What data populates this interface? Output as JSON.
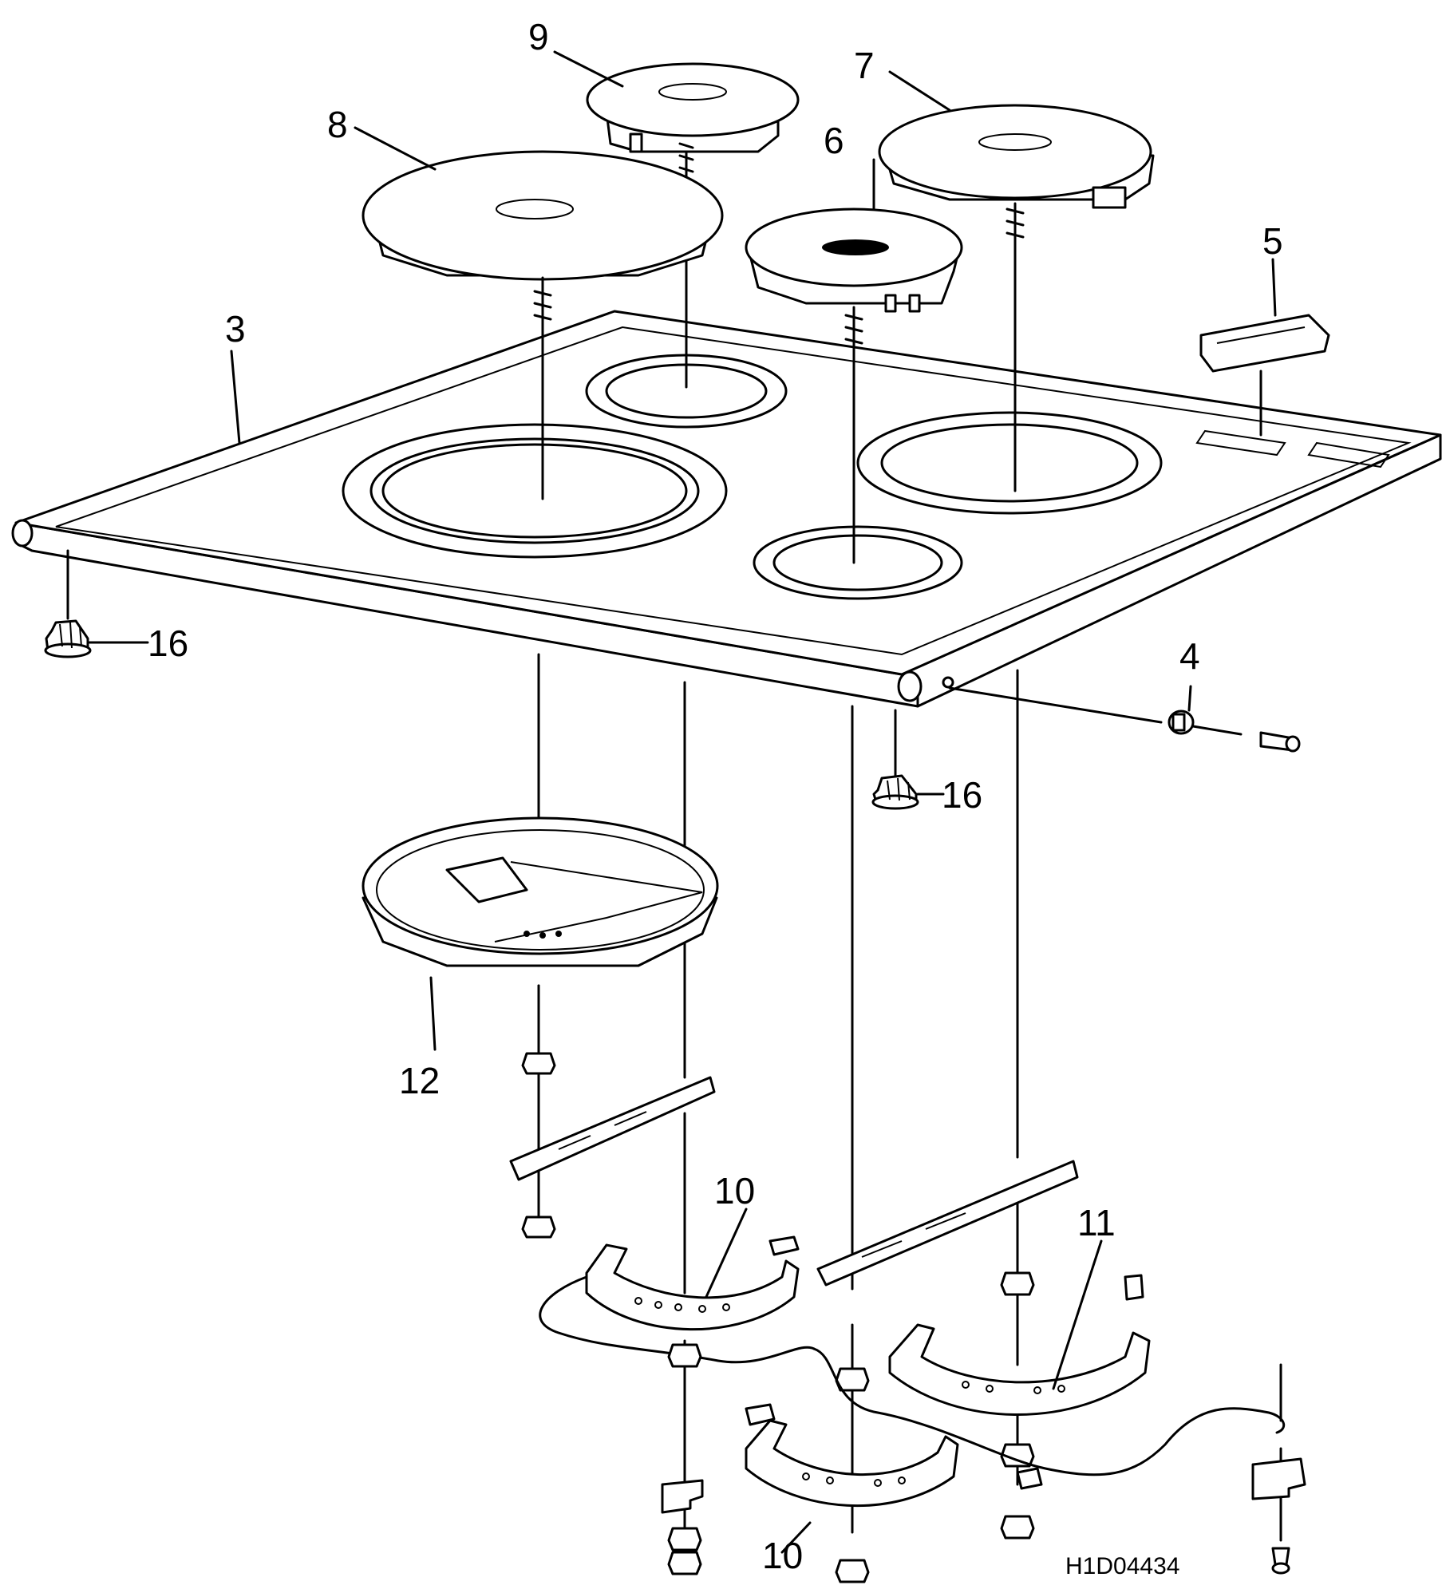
{
  "diagram": {
    "drawing_code": "H1D04434",
    "callouts": [
      {
        "id": "c3",
        "text": "3"
      },
      {
        "id": "c4",
        "text": "4"
      },
      {
        "id": "c5",
        "text": "5"
      },
      {
        "id": "c6",
        "text": "6"
      },
      {
        "id": "c7",
        "text": "7"
      },
      {
        "id": "c8",
        "text": "8"
      },
      {
        "id": "c9",
        "text": "9"
      },
      {
        "id": "c10a",
        "text": "10"
      },
      {
        "id": "c10b",
        "text": "10"
      },
      {
        "id": "c11",
        "text": "11"
      },
      {
        "id": "c12",
        "text": "12"
      },
      {
        "id": "c16a",
        "text": "16"
      },
      {
        "id": "c16b",
        "text": "16"
      }
    ]
  }
}
